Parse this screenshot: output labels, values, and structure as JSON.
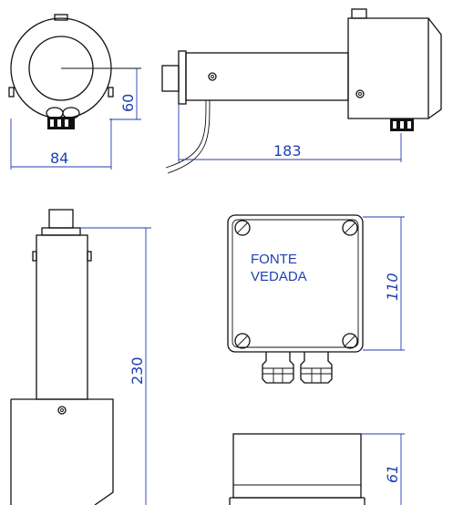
{
  "drawing": {
    "label_line1": "FONTE",
    "label_line2": "VEDADA",
    "dimensions": {
      "ring_diameter": "84",
      "ring_height": "60",
      "side_length": "183",
      "vertical_length": "230",
      "box_height": "110",
      "cover_height": "61"
    }
  },
  "colors": {
    "dimension": "#1f3fb3",
    "outline": "#111111"
  }
}
